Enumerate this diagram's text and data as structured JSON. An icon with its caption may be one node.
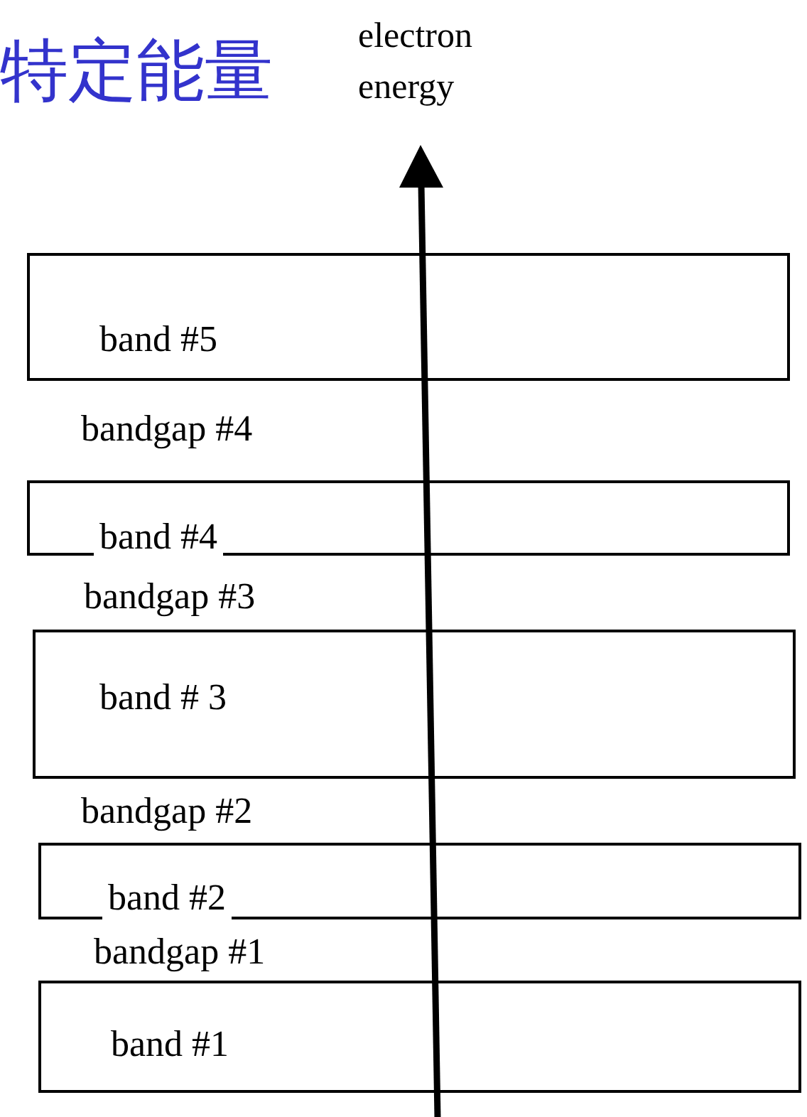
{
  "diagram": {
    "title": "特定能量",
    "nodes": [
      {
        "text": [
          "band #5"
        ]
      },
      {
        "text": [
          "band #4"
        ]
      },
      {
        "text": [
          "band # 3"
        ]
      },
      {
        "text": [
          "band #2"
        ]
      },
      {
        "text": [
          "band #1"
        ]
      }
    ],
    "labels": [
      "electron energy",
      "bandgap #4",
      "bandgap #3",
      "bandgap #2",
      "bandgap #1"
    ]
  }
}
